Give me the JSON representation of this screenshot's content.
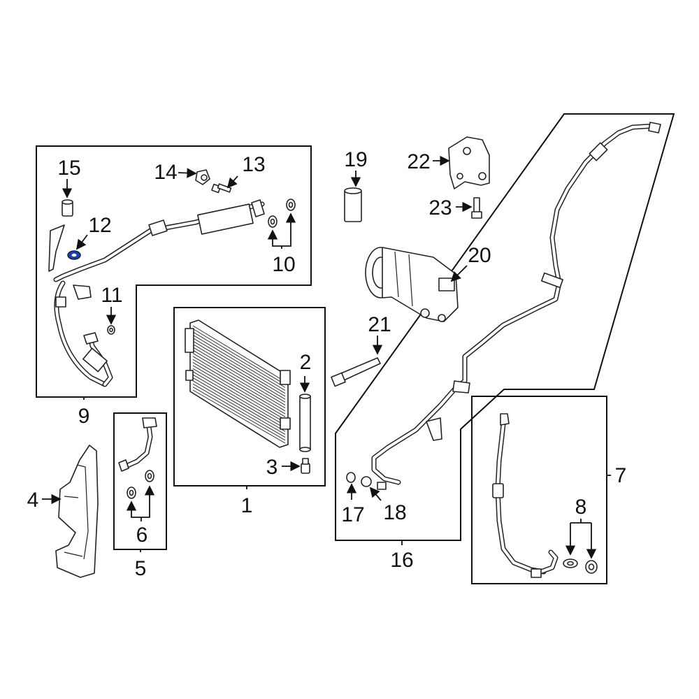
{
  "diagram": {
    "highlight_color": "#1b3fb5",
    "line_color": "#222222",
    "callouts": {
      "c1": "1",
      "c2": "2",
      "c3": "3",
      "c4": "4",
      "c5": "5",
      "c6": "6",
      "c7": "7",
      "c8": "8",
      "c9": "9",
      "c10": "10",
      "c11": "11",
      "c12": "12",
      "c13": "13",
      "c14": "14",
      "c15": "15",
      "c16": "16",
      "c17": "17",
      "c18": "18",
      "c19": "19",
      "c20": "20",
      "c21": "21",
      "c22": "22",
      "c23": "23"
    }
  }
}
